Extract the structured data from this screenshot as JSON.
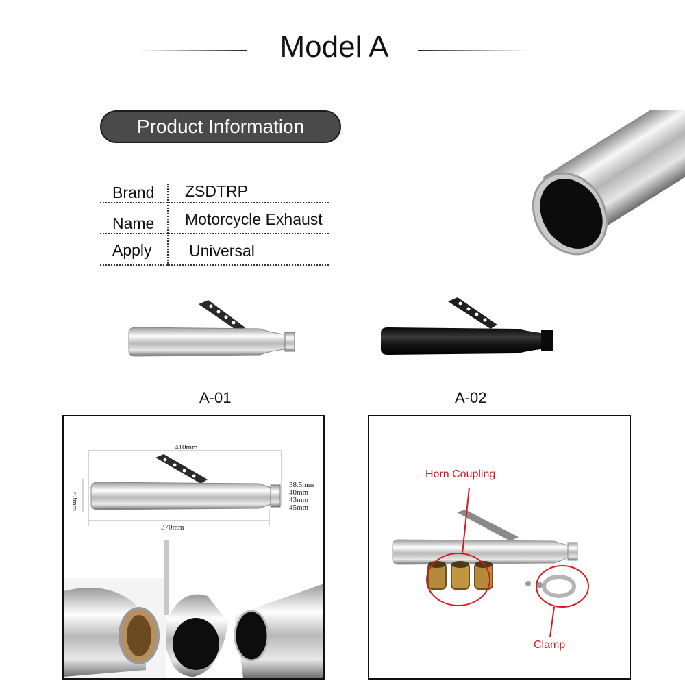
{
  "header": {
    "title": "Model A"
  },
  "section": {
    "label": "Product  Information"
  },
  "specs": [
    {
      "label": "Brand",
      "value": "ZSDTRP"
    },
    {
      "label": "Name",
      "value": "Motorcycle Exhaust"
    },
    {
      "label": "Apply",
      "value": "Universal"
    }
  ],
  "variants": [
    {
      "code": "A-01",
      "finish": "chrome"
    },
    {
      "code": "A-02",
      "finish": "black"
    }
  ],
  "dimensions": {
    "total_length": "410mm",
    "body_length": "370mm",
    "diameter": "63mm",
    "inlet_sizes": [
      "38.5mm",
      "40mm",
      "43mm",
      "45mm"
    ]
  },
  "accessories": {
    "coupling_label": "Horn Coupling",
    "clamp_label": "Clamp"
  },
  "colors": {
    "pill_bg": "#4a4a4a",
    "callout_red": "#d8191b",
    "chrome": "#d9d9d9",
    "black_finish": "#1a1a1a"
  }
}
